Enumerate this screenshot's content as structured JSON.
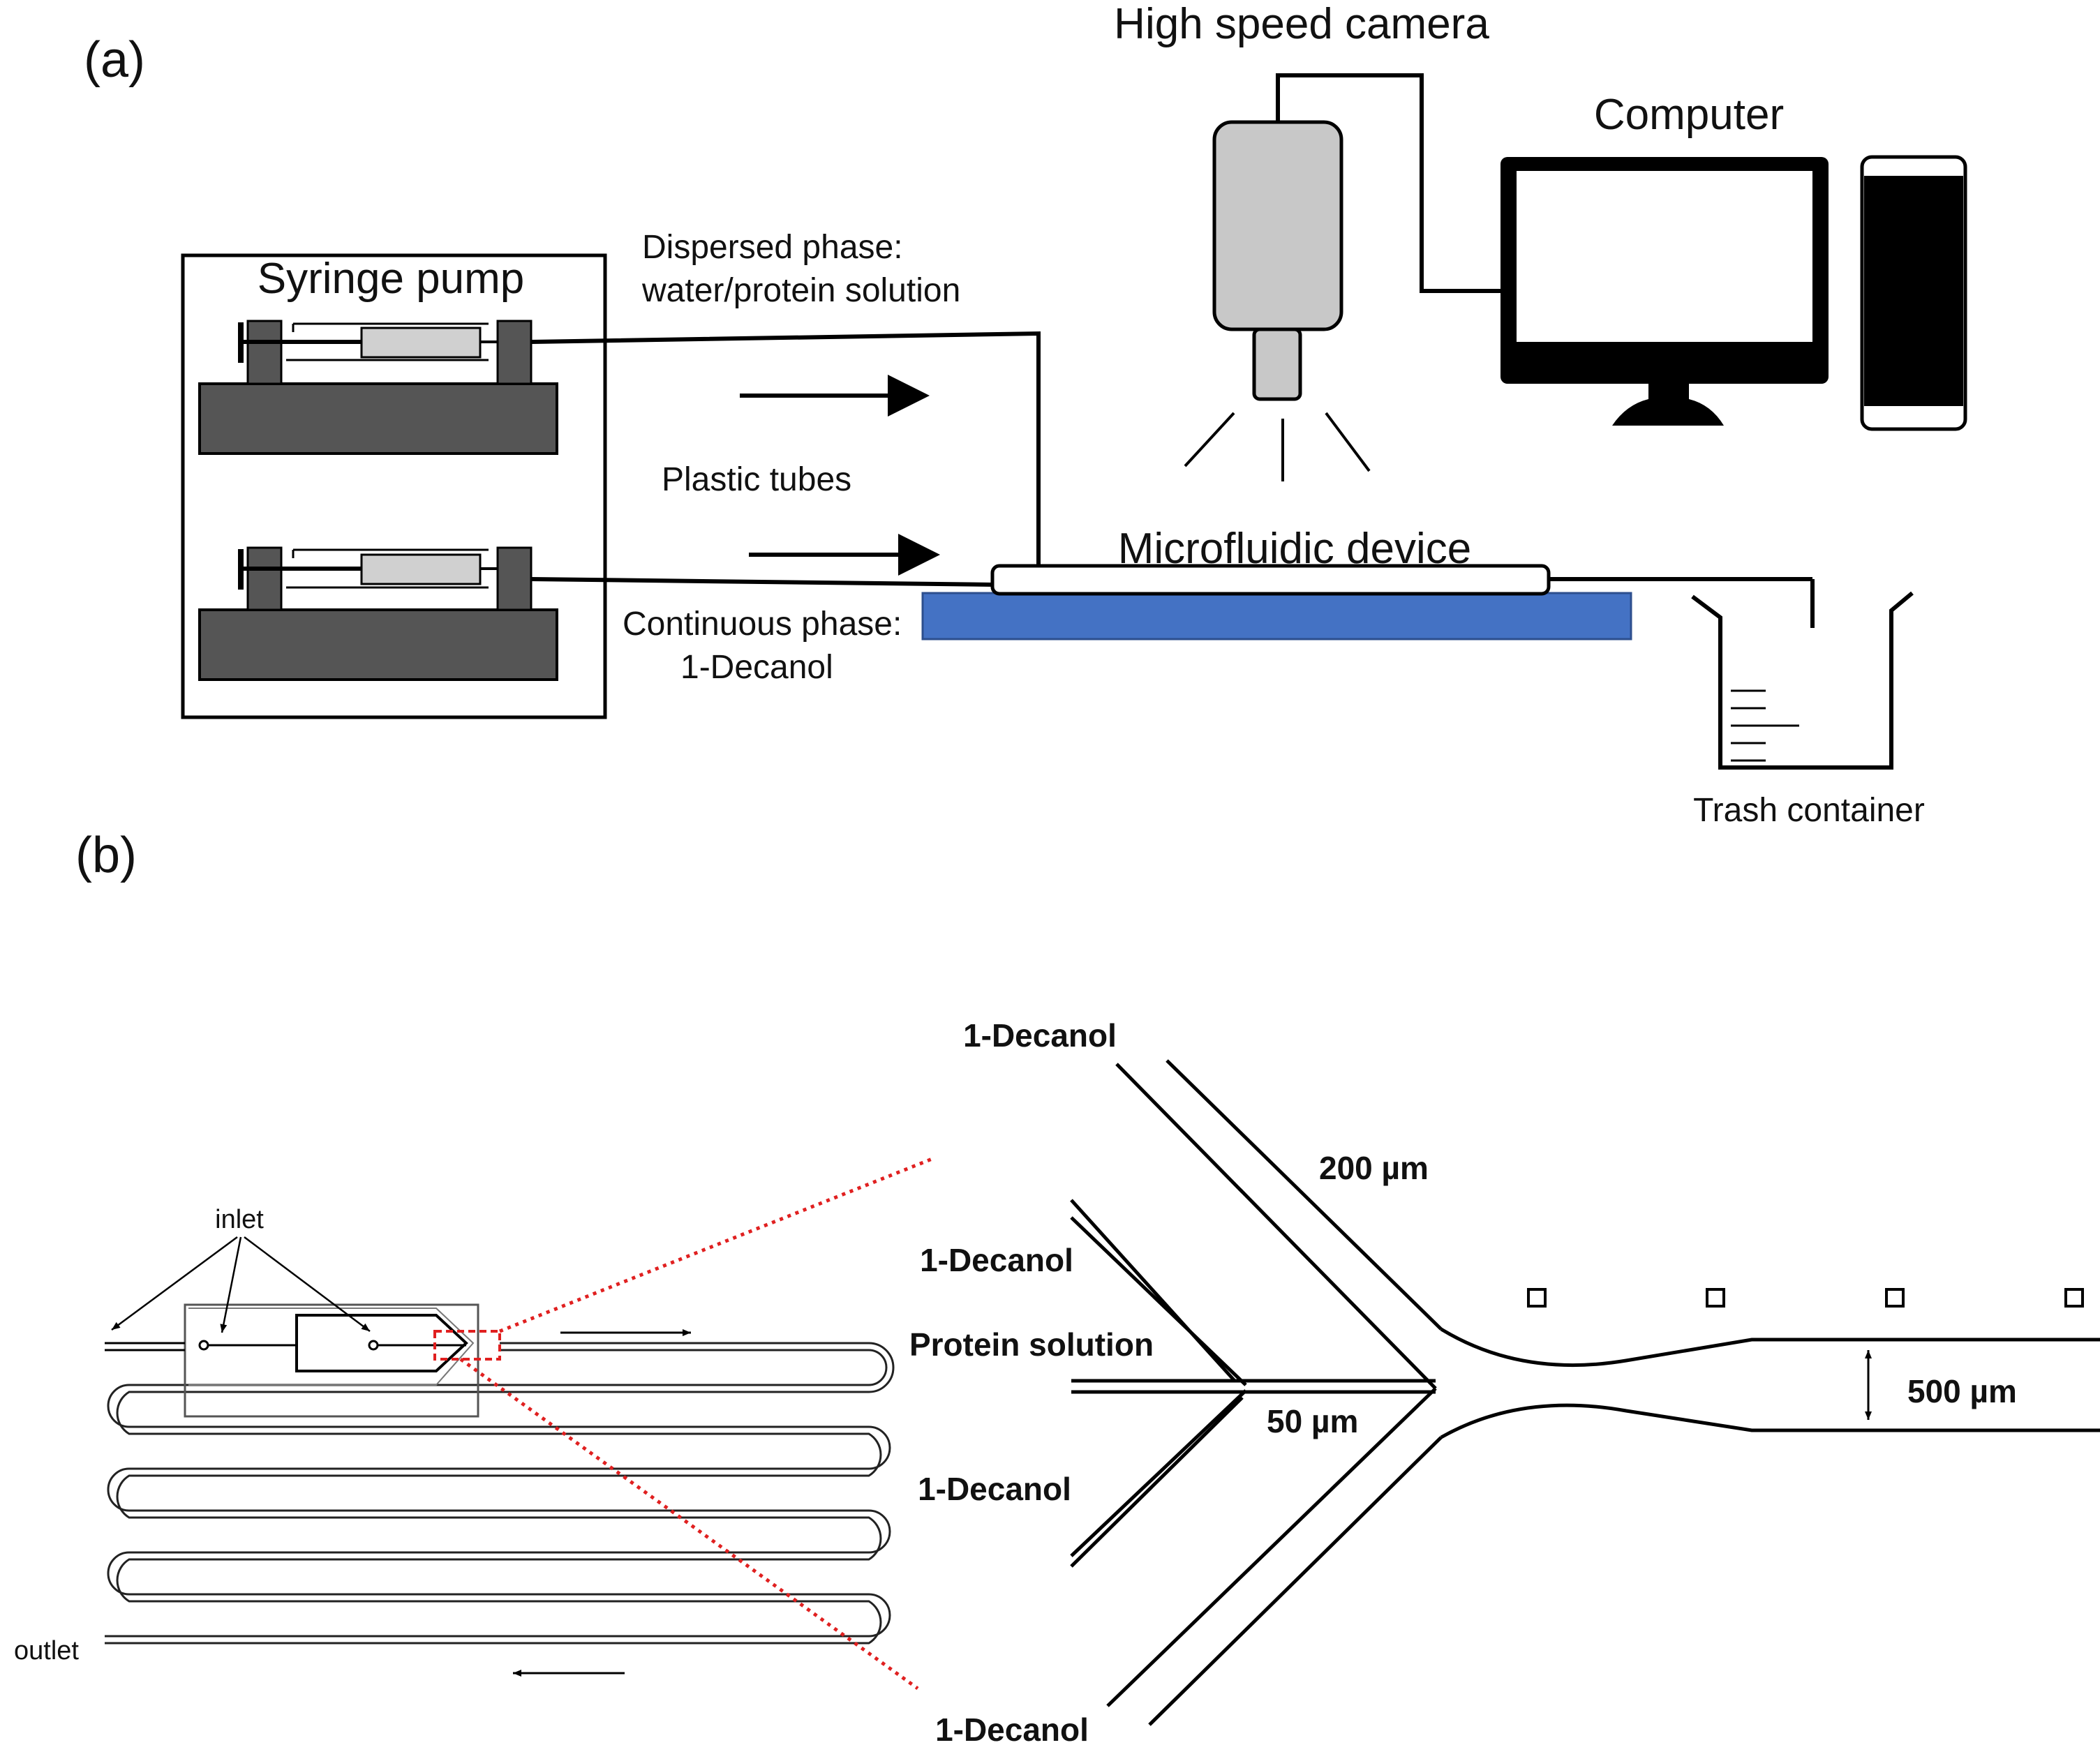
{
  "panel_a": {
    "label": "(a)",
    "camera_label": "High speed camera",
    "computer_label": "Computer",
    "pump_label": "Syringe pump",
    "dispersed_label_1": "Dispersed phase:",
    "dispersed_label_2": "water/protein solution",
    "tubes_label": "Plastic tubes",
    "device_label": "Microfluidic device",
    "continuous_label_1": "Continuous phase:",
    "continuous_label_2": "1-Decanol",
    "trash_label": "Trash container",
    "colors": {
      "stage": "#4472c4",
      "camera_body": "#c8c8c8",
      "pump_block": "#555555"
    }
  },
  "panel_b": {
    "label": "(b)",
    "inlet_label": "inlet",
    "outlet_label": "outlet",
    "decanol_top": "1-Decanol",
    "decanol_mid_top": "1-Decanol",
    "protein_label": "Protein solution",
    "decanol_mid_bottom": "1-Decanol",
    "decanol_bottom": "1-Decanol",
    "width_200": "200 µm",
    "width_50": "50 µm",
    "width_500": "500 µm",
    "colors": {
      "zoom_lines": "#e02020"
    }
  }
}
